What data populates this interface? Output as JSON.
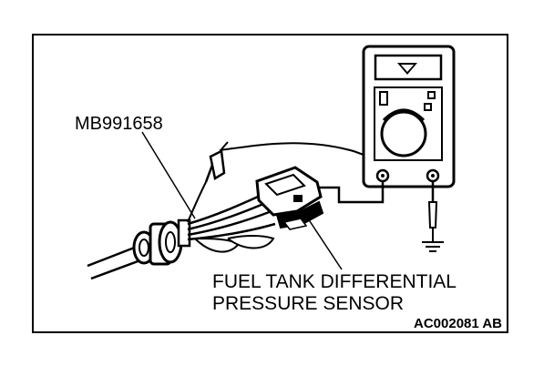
{
  "labels": {
    "tool_code": "MB991658",
    "sensor_line1": "FUEL TANK DIFFERENTIAL",
    "sensor_line2": "PRESSURE SENSOR",
    "figure_code": "AC002081 AB"
  },
  "colors": {
    "ink": "#000000",
    "paper": "#ffffff"
  },
  "icons": {
    "meter": "multimeter-icon",
    "ground": "ground-symbol-icon",
    "clip": "alligator-clip-icon"
  }
}
